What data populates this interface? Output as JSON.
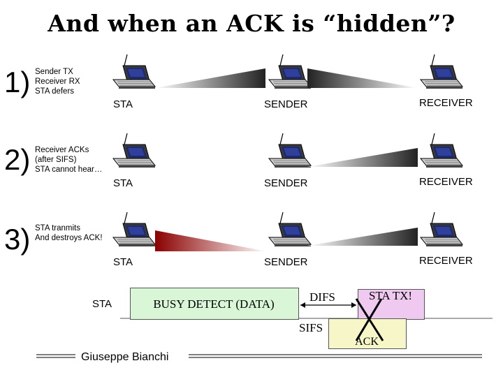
{
  "title": "And when an ACK is “hidden”?",
  "node_labels": {
    "sta": "STA",
    "sender": "SENDER",
    "receiver": "RECEIVER"
  },
  "steps": [
    {
      "number": "1)",
      "lines": [
        "Sender TX",
        "Receiver RX",
        "STA defers"
      ]
    },
    {
      "number": "2)",
      "lines": [
        "Receiver ACKs",
        "(after SIFS)",
        "STA cannot hear…"
      ]
    },
    {
      "number": "3)",
      "lines": [
        "STA tranmits",
        "And destroys ACK!"
      ]
    }
  ],
  "timeline": {
    "sta_label": "STA",
    "busy_label": "BUSY DETECT (DATA)",
    "difs_label": "DIFS",
    "sta_tx_label": "STA TX!",
    "sifs_label": "SIFS",
    "ack_label": "ACK"
  },
  "footer": {
    "author": "Giuseppe Bianchi"
  },
  "colors": {
    "beam_gray_dark": "#222222",
    "beam_red_dark": "#8b0000",
    "busy_fill": "#d9f7d6",
    "sta_tx_fill": "#efc9ef",
    "ack_fill": "#f6f6c8"
  }
}
